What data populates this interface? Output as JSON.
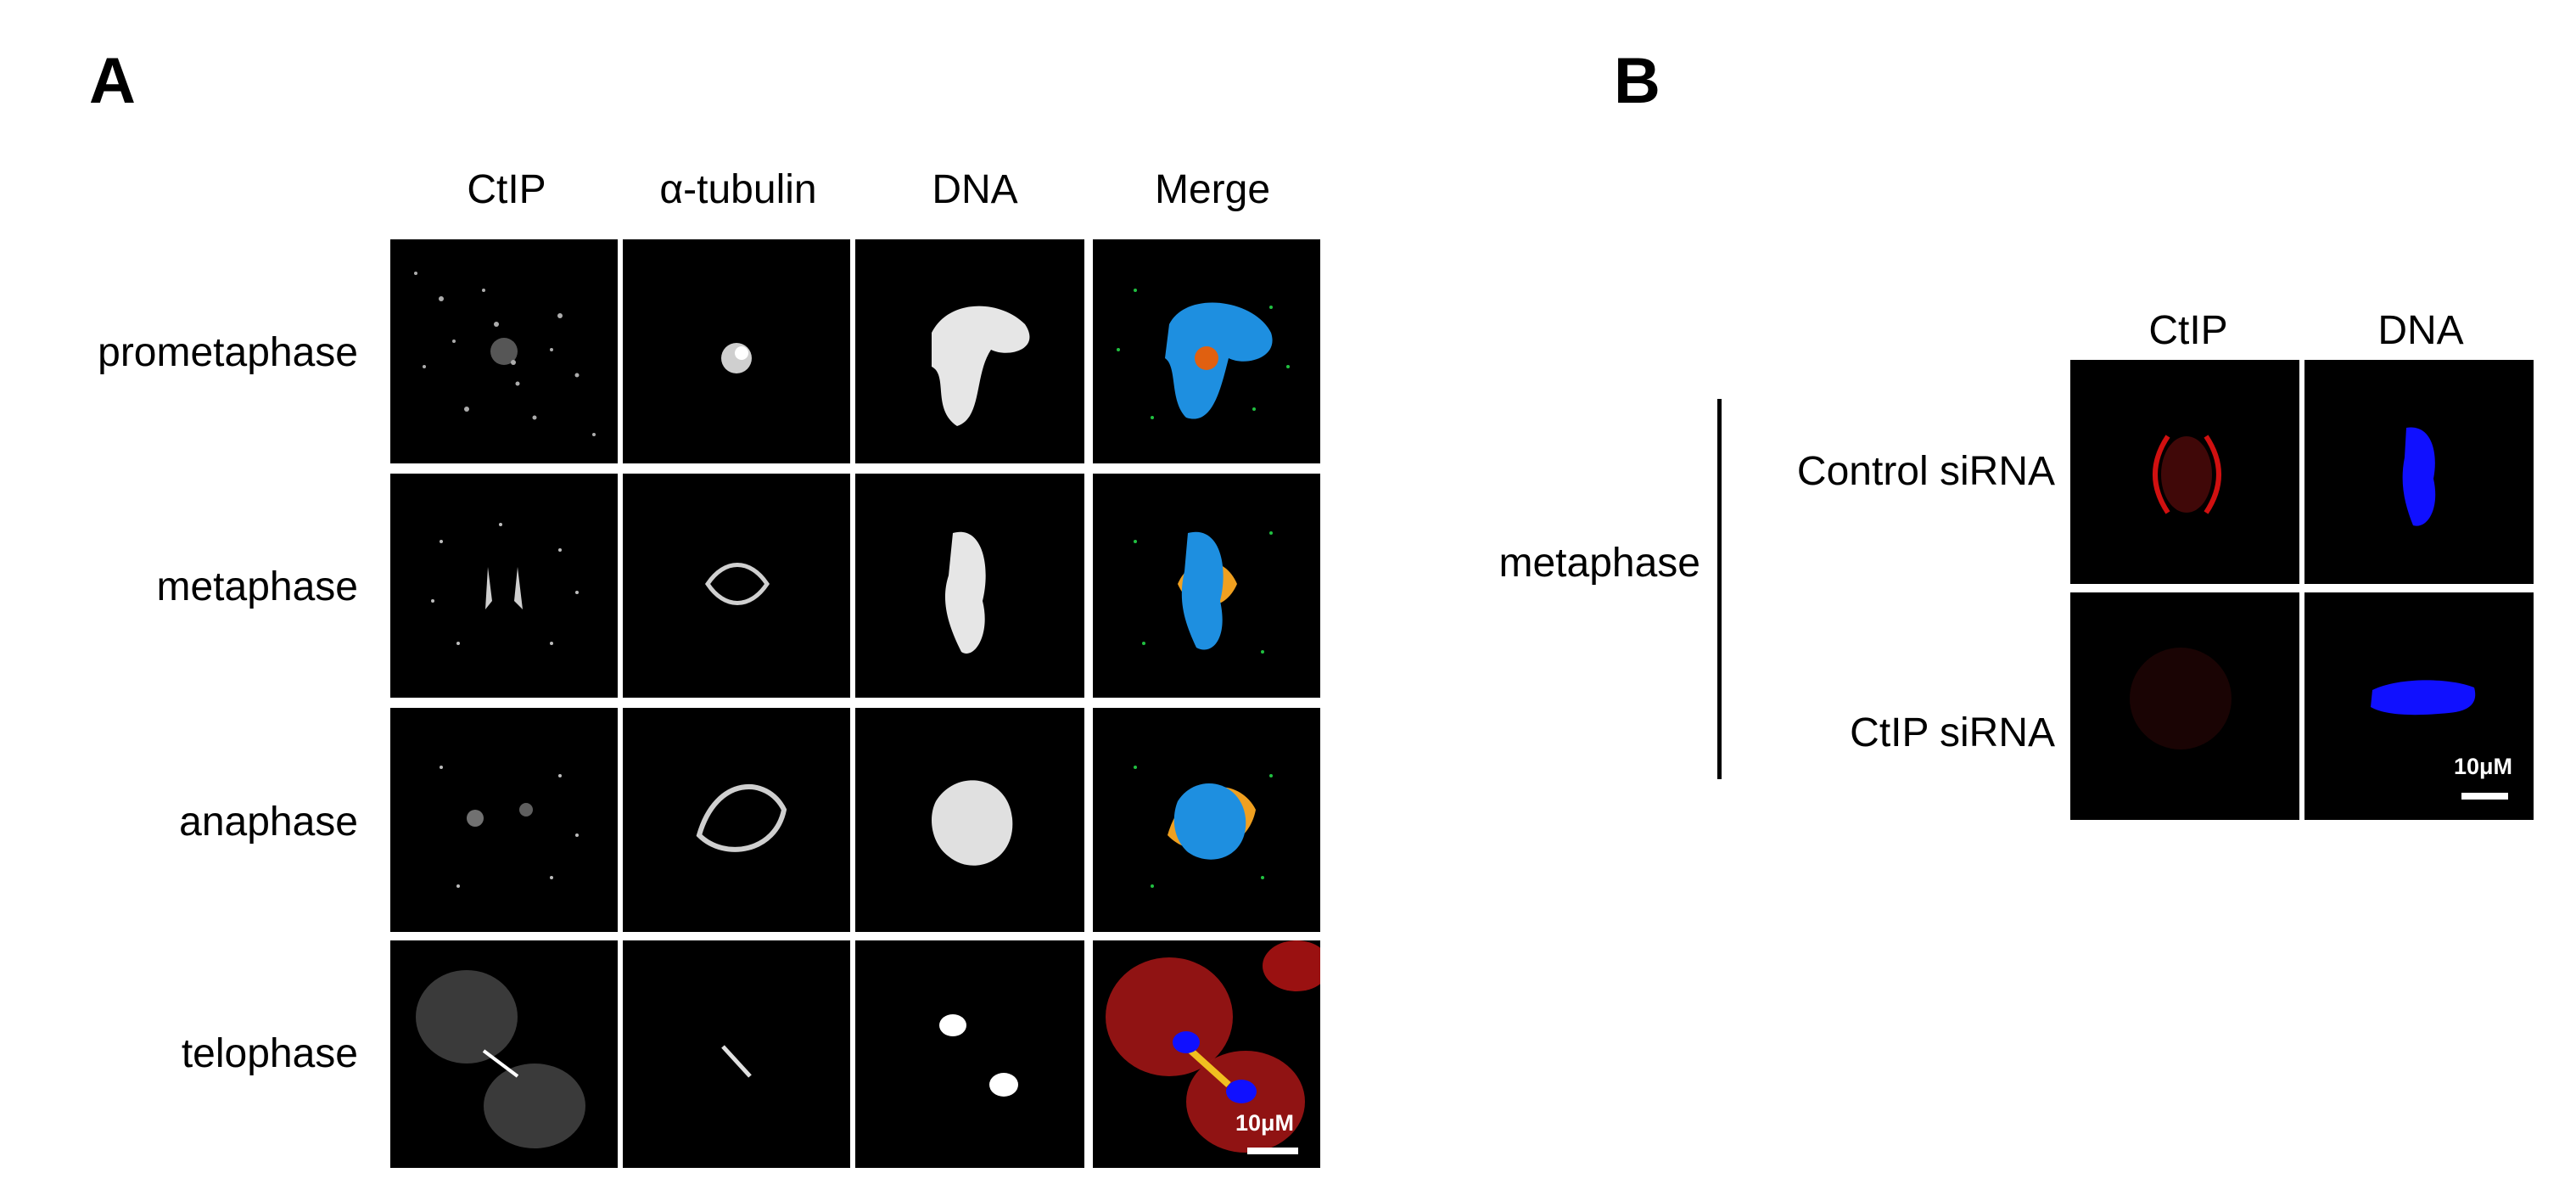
{
  "panel_a": {
    "letter": "A",
    "columns": [
      "CtIP",
      "α-tubulin",
      "DNA",
      "Merge"
    ],
    "rows": [
      "prometaphase",
      "metaphase",
      "anaphase",
      "telophase"
    ],
    "scale_bar": "10μM"
  },
  "panel_b": {
    "letter": "B",
    "columns": [
      "CtIP",
      "DNA"
    ],
    "group_label": "metaphase",
    "rows": [
      "Control siRNA",
      "CtIP siRNA"
    ],
    "scale_bar": "10μM"
  },
  "colors": {
    "background": "#000000",
    "dna_merge": "#1e8fe0",
    "ctip_red": "#e01010",
    "tubulin_yellow": "#f0c020",
    "dna_blue": "#1010ff",
    "speckle_green": "#20c040"
  }
}
